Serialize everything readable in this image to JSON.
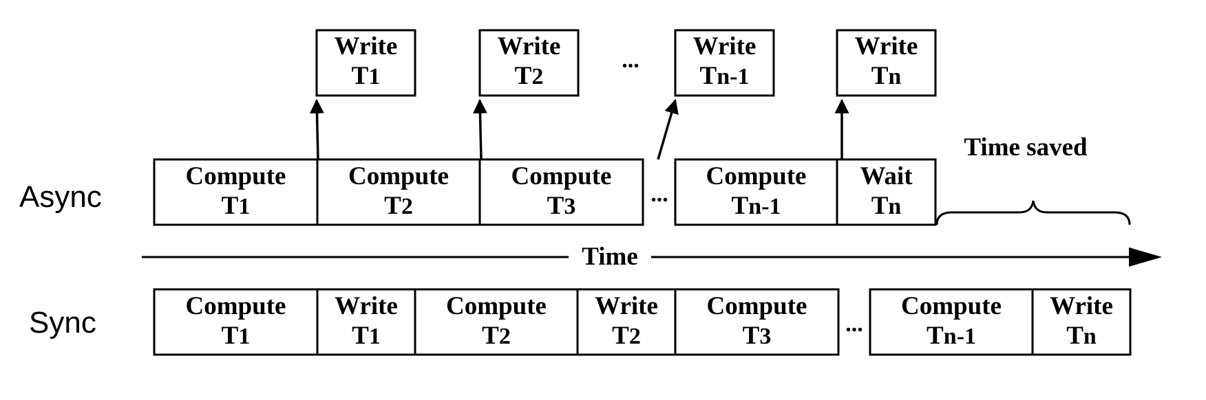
{
  "row_labels": {
    "async": "Async",
    "sync": "Sync"
  },
  "time_axis_label": "Time",
  "time_saved_label": "Time saved",
  "ellipsis": "...",
  "async_row": [
    {
      "line1": "Compute",
      "line2": "T",
      "sub": "1"
    },
    {
      "line1": "Compute",
      "line2": "T",
      "sub": "2"
    },
    {
      "line1": "Compute",
      "line2": "T",
      "sub": "3"
    },
    {
      "line1": "Compute",
      "line2": "T",
      "sub": "n-1"
    },
    {
      "line1": "Wait",
      "line2": "T",
      "sub": "n"
    }
  ],
  "write_boxes": [
    {
      "line1": "Write",
      "line2": "T",
      "sub": "1"
    },
    {
      "line1": "Write",
      "line2": "T",
      "sub": "2"
    },
    {
      "line1": "Write",
      "line2": "T",
      "sub": "n-1"
    },
    {
      "line1": "Write",
      "line2": "T",
      "sub": "n"
    }
  ],
  "sync_row": [
    {
      "line1": "Compute",
      "line2": "T",
      "sub": "1"
    },
    {
      "line1": "Write",
      "line2": "T",
      "sub": "1"
    },
    {
      "line1": "Compute",
      "line2": "T",
      "sub": "2"
    },
    {
      "line1": "Write",
      "line2": "T",
      "sub": "2"
    },
    {
      "line1": "Compute",
      "line2": "T",
      "sub": "3"
    },
    {
      "line1": "Compute",
      "line2": "T",
      "sub": "n-1"
    },
    {
      "line1": "Write",
      "line2": "T",
      "sub": "n"
    }
  ]
}
